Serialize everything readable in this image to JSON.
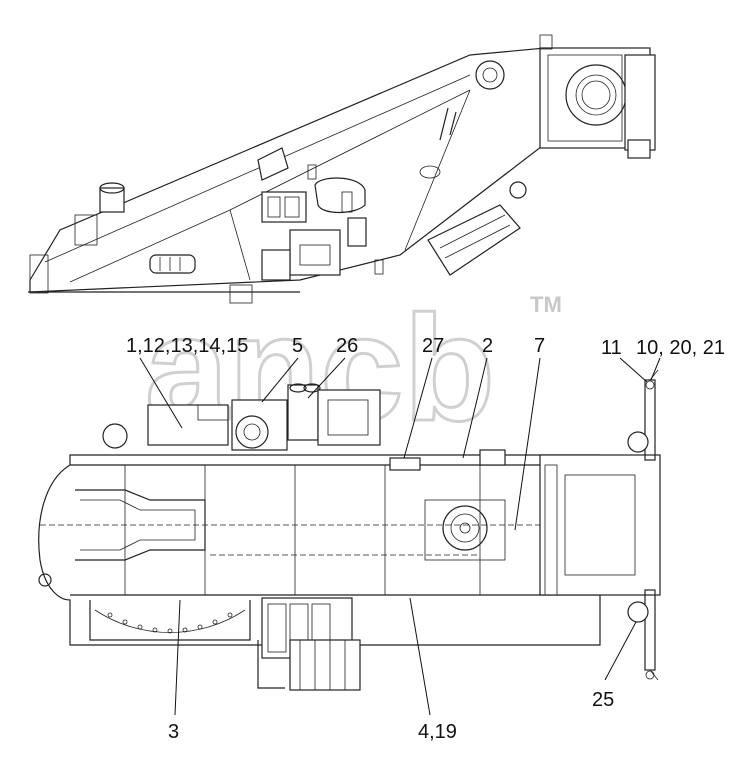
{
  "watermark": {
    "text": "ancb",
    "mark": "TM"
  },
  "callouts": [
    {
      "id": "c1",
      "text": "1,12,13,14,15"
    },
    {
      "id": "c5",
      "text": "5"
    },
    {
      "id": "c26",
      "text": "26"
    },
    {
      "id": "c27",
      "text": "27"
    },
    {
      "id": "c2",
      "text": "2"
    },
    {
      "id": "c7",
      "text": "7"
    },
    {
      "id": "c11",
      "text": "11"
    },
    {
      "id": "c10",
      "text": "10, 20, 21"
    },
    {
      "id": "c25",
      "text": "25"
    },
    {
      "id": "c3",
      "text": "3"
    },
    {
      "id": "c4",
      "text": "4,19"
    }
  ]
}
